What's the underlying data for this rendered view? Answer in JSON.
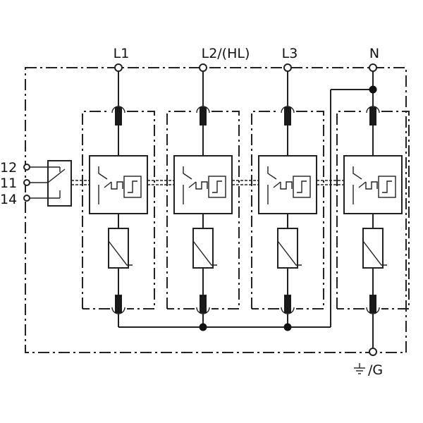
{
  "terminals": {
    "top": [
      "L1",
      "L2/(HL)",
      "L3",
      "N"
    ],
    "remote_contacts": [
      "12",
      "11",
      "14"
    ],
    "ground_symbol": "⏚",
    "ground_label": "/G"
  },
  "modules": [
    "module-l1",
    "module-l2",
    "module-l3",
    "module-n"
  ]
}
